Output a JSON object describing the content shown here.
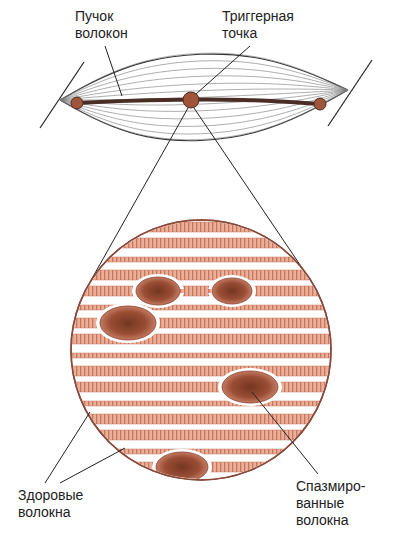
{
  "diagram": {
    "labels": [
      "Пучок волокон",
      "Триггерная точка",
      "Здоровые волокна",
      "Спазмиро- ванные волокна"
    ]
  }
}
